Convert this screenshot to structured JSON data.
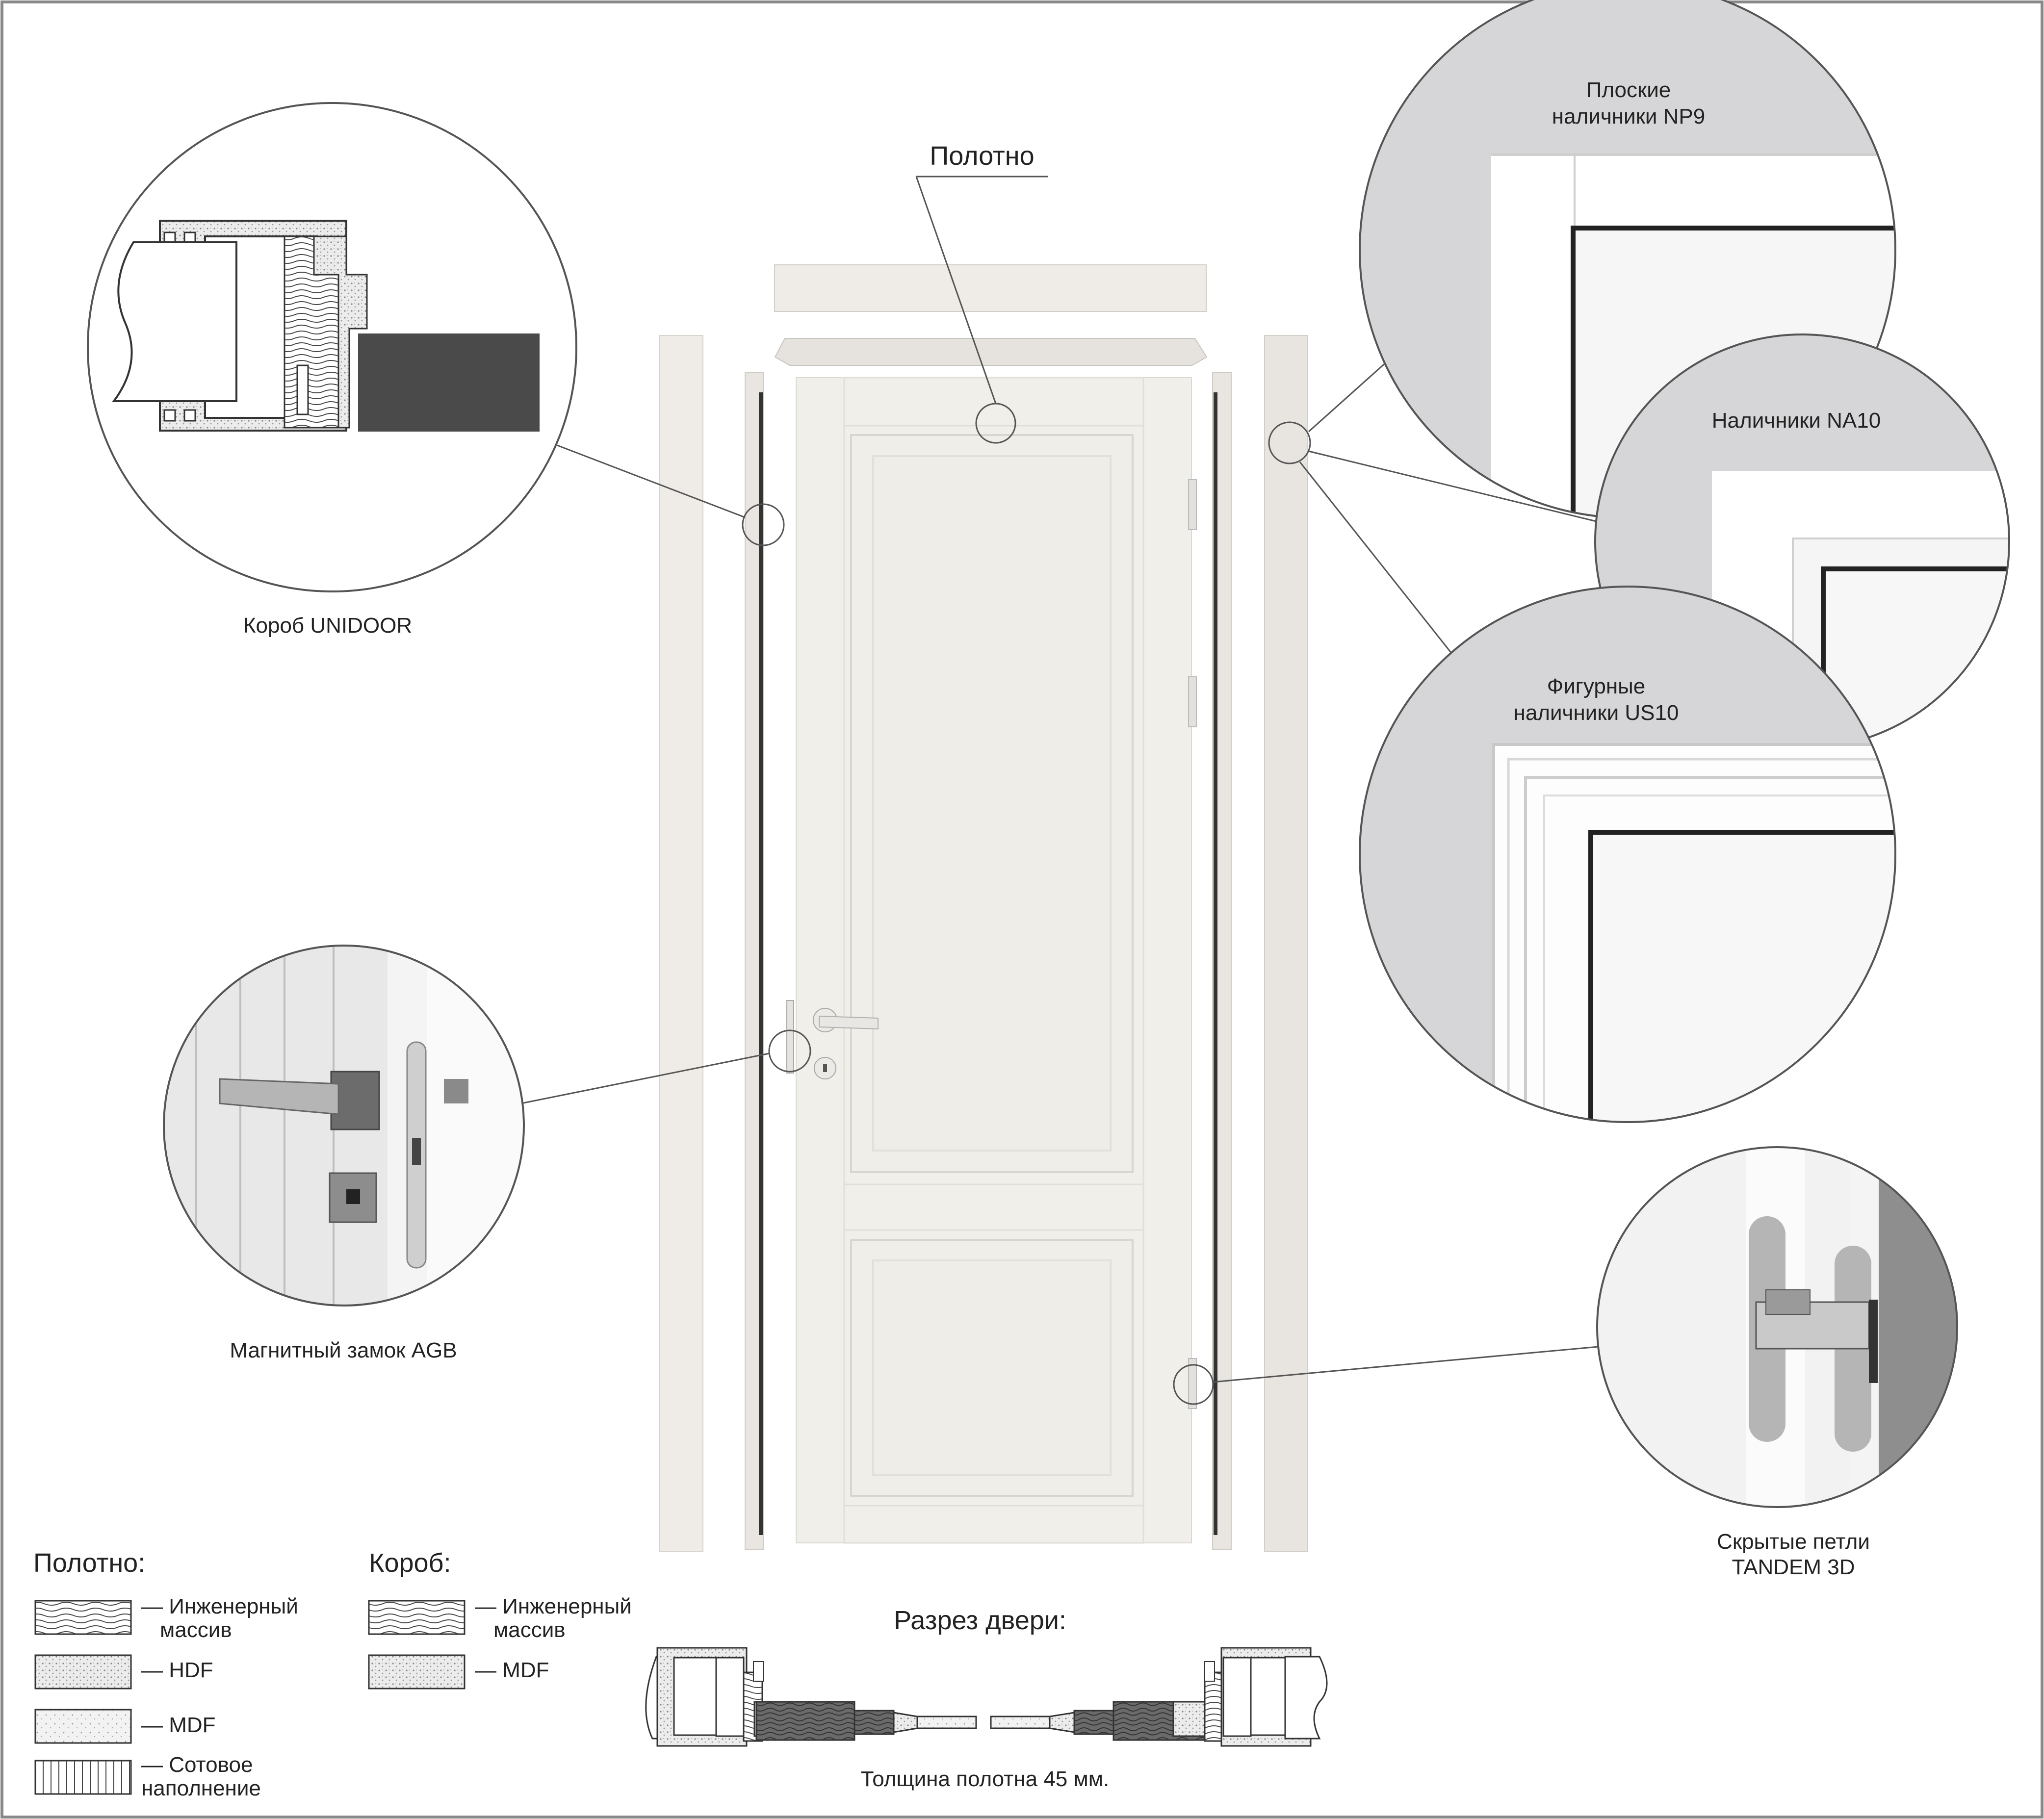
{
  "callouts": {
    "canvas_label": "Полотно",
    "frame_label": "Короб UNIDOOR",
    "lock_label": "Магнитный замок AGB",
    "trim_np9": [
      "Плоские",
      "наличники NP9"
    ],
    "trim_na10": "Наличники NA10",
    "trim_us10": [
      "Фигурные",
      "наличники US10"
    ],
    "hinges": [
      "Скрытые петли",
      "TANDEM  3D"
    ]
  },
  "legend_canvas": {
    "title": "Полотно:",
    "items": [
      {
        "lines": [
          "— Инженерный",
          "массив"
        ],
        "pattern": "wood"
      },
      {
        "lines": [
          "— HDF"
        ],
        "pattern": "dots"
      },
      {
        "lines": [
          "— MDF"
        ],
        "pattern": "dots-sparse"
      },
      {
        "lines": [
          "— Сотовое",
          "наполнение"
        ],
        "pattern": "vlines"
      }
    ]
  },
  "legend_frame": {
    "title": "Короб:",
    "items": [
      {
        "lines": [
          "— Инженерный",
          "массив"
        ],
        "pattern": "wood"
      },
      {
        "lines": [
          "— MDF"
        ],
        "pattern": "dots"
      }
    ]
  },
  "section": {
    "title": "Разрез двери:",
    "caption": "Толщина полотна 45 мм."
  },
  "colors": {
    "door": "#f1efea",
    "circle_gray": "#d6d6d8",
    "dark_wall": "#4a4a4a",
    "line": "#555555"
  }
}
